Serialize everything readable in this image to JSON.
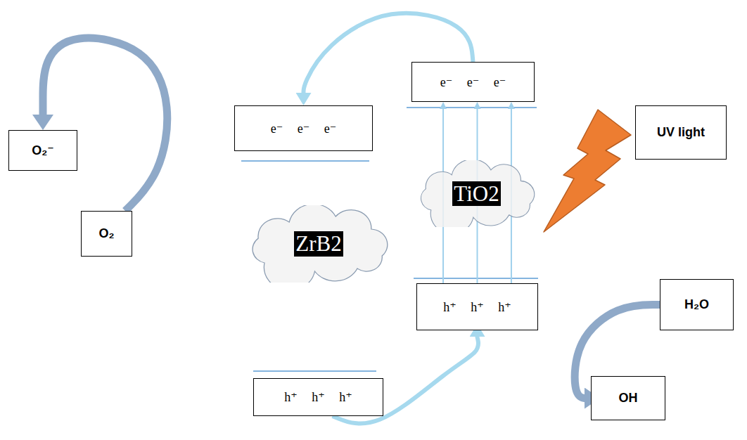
{
  "diagram": {
    "nodes": [
      {
        "text": [
          "e⁻ e⁻ e⁻"
        ]
      },
      {
        "text": [
          "O₂⁻"
        ]
      },
      {
        "text": [
          "e⁻ e⁻ e⁻"
        ]
      },
      {
        "text": [
          "UV light"
        ]
      },
      {
        "text": [
          "TiO2"
        ]
      },
      {
        "text": [
          "O₂"
        ]
      },
      {
        "text": [
          "ZrB2"
        ]
      },
      {
        "text": [
          "h⁺ h⁺ h⁺"
        ]
      },
      {
        "text": [
          "H₂O"
        ]
      },
      {
        "text": [
          "OH"
        ]
      },
      {
        "text": [
          "h⁺ h⁺ h⁺"
        ]
      }
    ],
    "edges": [
      {
        "from": 7,
        "to": 0,
        "arrow": "to"
      },
      {
        "from": 7,
        "to": 0,
        "arrow": "to"
      },
      {
        "from": 7,
        "to": 0,
        "arrow": "to"
      },
      {
        "from": 0,
        "to": 2,
        "arrow": "to"
      },
      {
        "from": 5,
        "to": 1,
        "arrow": "to"
      },
      {
        "from": 10,
        "to": 7,
        "arrow": "to"
      },
      {
        "from": 8,
        "to": 9,
        "arrow": "to"
      }
    ]
  }
}
